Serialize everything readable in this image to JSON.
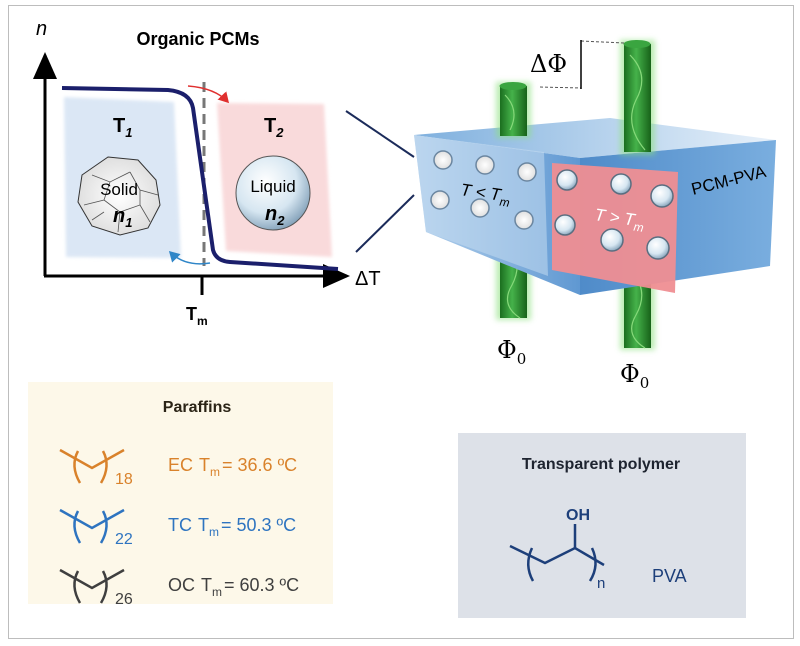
{
  "panel_a": {
    "title": "Organic PCMs",
    "y_axis_label": "n",
    "x_axis_label": "ΔT",
    "tm_tick_label": "T",
    "tm_tick_sub": "m",
    "region_left": {
      "temp_label": "T",
      "temp_sub": "1",
      "state": "Solid",
      "index_label": "n",
      "index_sub": "1",
      "color": "#dbe7f5"
    },
    "region_right": {
      "temp_label": "T",
      "temp_sub": "2",
      "state": "Liquid",
      "index_label": "n",
      "index_sub": "2",
      "color": "#f9dadb"
    },
    "curve_color": "#1b1f6b",
    "arrow_heat_color": "#e0302f",
    "arrow_cool_color": "#2f86c8"
  },
  "panel_b": {
    "delta_phi": "ΔΦ",
    "phi0_left": "Φ",
    "phi0_right": "Φ",
    "phi0_sub": "0",
    "block_label": "PCM-PVA",
    "cold_region": {
      "label": "T < T",
      "sub": "m"
    },
    "hot_region": {
      "label": "T > T",
      "sub": "m"
    },
    "fiber_color": "#2a8c2e",
    "block_color": "#6fa6dc",
    "hot_color": "#ef8e92"
  },
  "paraffins": {
    "title": "Paraffins",
    "items": [
      {
        "repeat": "18",
        "name": "EC",
        "tm_prefix": "T",
        "tm_sub": "m",
        "value": "= 36.6 ºC",
        "color": "#d9822b"
      },
      {
        "repeat": "22",
        "name": "TC",
        "tm_prefix": "T",
        "tm_sub": "m",
        "value": "= 50.3 ºC",
        "color": "#2e74c0"
      },
      {
        "repeat": "26",
        "name": "OC",
        "tm_prefix": "T",
        "tm_sub": "m",
        "value": "= 60.3 ºC",
        "color": "#3f3f3f"
      }
    ]
  },
  "polymer": {
    "title": "Transparent polymer",
    "group": "OH",
    "repeat": "n",
    "name": "PVA",
    "color": "#1d3f7a"
  }
}
